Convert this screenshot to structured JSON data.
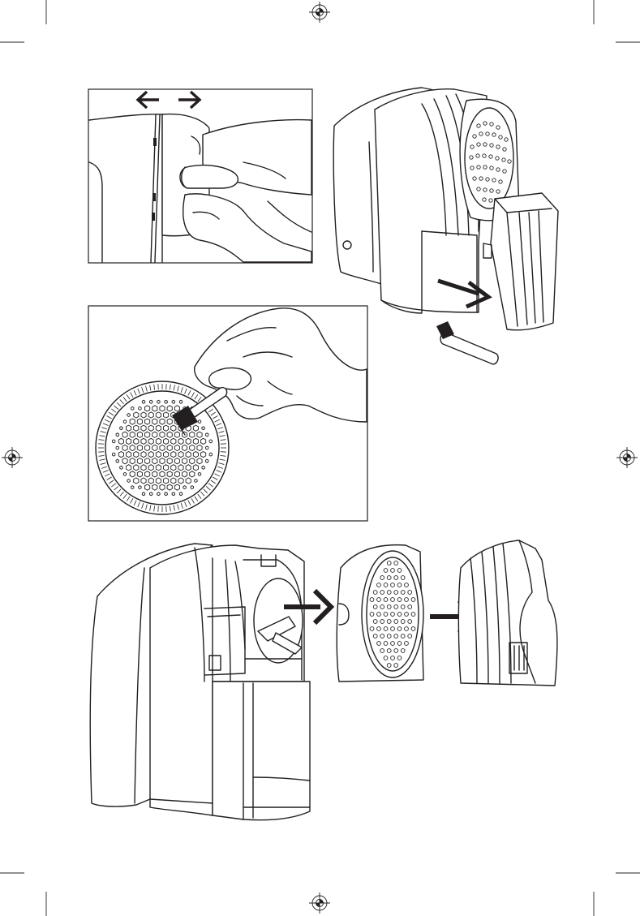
{
  "page": {
    "description_visible_text": ""
  },
  "figures": {
    "shaver_front_cover_release": {
      "icon": "hand-twisting-cover-icon"
    },
    "shaver_remove_lint_bin": {
      "icon": "shaver-with-lint-bin-icon"
    },
    "cleaning_blade_guard_with_brush": {
      "icon": "brush-cleaning-guard-icon"
    },
    "shaver_disassembly": {
      "icon": "shaver-exploded-view-icon"
    }
  },
  "registration_marks": [
    "crosshair-mark-top",
    "crosshair-mark-left",
    "crosshair-mark-right",
    "crosshair-mark-bottom"
  ],
  "colors": {
    "ink": "#231f20",
    "paper": "#ffffff"
  }
}
